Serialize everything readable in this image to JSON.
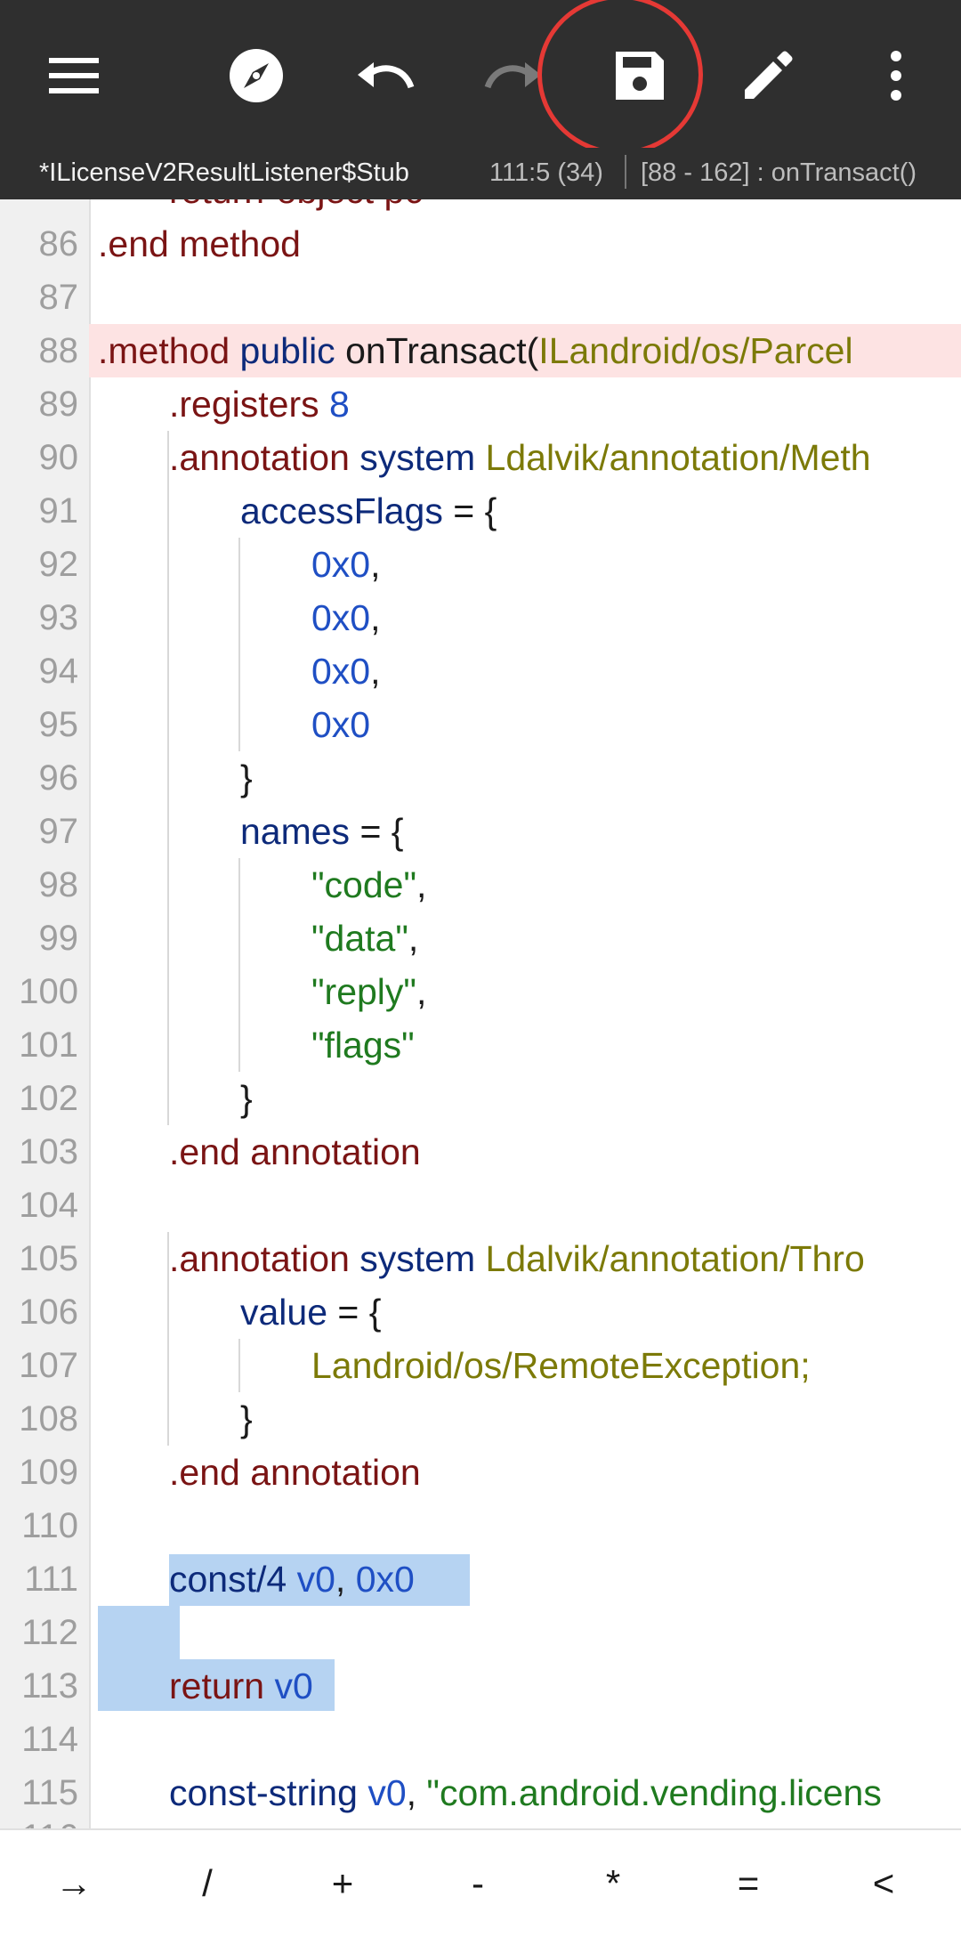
{
  "toolbar": {
    "icons": [
      "menu-icon",
      "compass-icon",
      "undo-icon",
      "redo-icon",
      "save-icon",
      "edit-icon",
      "more-vert-icon"
    ]
  },
  "status": {
    "filename": "*ILicenseV2ResultListener$Stub",
    "cursor": "111:5 (34)",
    "range": "[88 - 162] : onTransact()"
  },
  "code_lines": [
    {
      "n": "86",
      "indent": 0,
      "tokens": [
        {
          "t": ".end",
          "c": "dir"
        },
        {
          "t": " method",
          "c": "dir"
        }
      ]
    },
    {
      "n": "87",
      "indent": 0,
      "tokens": []
    },
    {
      "n": "88",
      "indent": 0,
      "highlight": true,
      "tokens": [
        {
          "t": ".method",
          "c": "dir"
        },
        {
          "t": " public",
          "c": "kw"
        },
        {
          "t": " onTransact(",
          "c": "plain"
        },
        {
          "t": "ILandroid/os/Parcel",
          "c": "type"
        }
      ]
    },
    {
      "n": "89",
      "indent": 1,
      "tokens": [
        {
          "t": ".registers",
          "c": "dir"
        },
        {
          "t": " 8",
          "c": "num"
        }
      ]
    },
    {
      "n": "90",
      "indent": 1,
      "tokens": [
        {
          "t": ".annotation",
          "c": "dir"
        },
        {
          "t": " system",
          "c": "kw"
        },
        {
          "t": " Ldalvik/annotation/Meth",
          "c": "type"
        }
      ]
    },
    {
      "n": "91",
      "indent": 2,
      "tokens": [
        {
          "t": "accessFlags",
          "c": "kw"
        },
        {
          "t": " = {",
          "c": "plain"
        }
      ]
    },
    {
      "n": "92",
      "indent": 3,
      "tokens": [
        {
          "t": "0x0",
          "c": "num"
        },
        {
          "t": ",",
          "c": "plain"
        }
      ]
    },
    {
      "n": "93",
      "indent": 3,
      "tokens": [
        {
          "t": "0x0",
          "c": "num"
        },
        {
          "t": ",",
          "c": "plain"
        }
      ]
    },
    {
      "n": "94",
      "indent": 3,
      "tokens": [
        {
          "t": "0x0",
          "c": "num"
        },
        {
          "t": ",",
          "c": "plain"
        }
      ]
    },
    {
      "n": "95",
      "indent": 3,
      "tokens": [
        {
          "t": "0x0",
          "c": "num"
        }
      ]
    },
    {
      "n": "96",
      "indent": 2,
      "tokens": [
        {
          "t": "}",
          "c": "plain"
        }
      ]
    },
    {
      "n": "97",
      "indent": 2,
      "tokens": [
        {
          "t": "names",
          "c": "kw"
        },
        {
          "t": " = {",
          "c": "plain"
        }
      ]
    },
    {
      "n": "98",
      "indent": 3,
      "tokens": [
        {
          "t": "\"code\"",
          "c": "str"
        },
        {
          "t": ",",
          "c": "plain"
        }
      ]
    },
    {
      "n": "99",
      "indent": 3,
      "tokens": [
        {
          "t": "\"data\"",
          "c": "str"
        },
        {
          "t": ",",
          "c": "plain"
        }
      ]
    },
    {
      "n": "100",
      "indent": 3,
      "tokens": [
        {
          "t": "\"reply\"",
          "c": "str"
        },
        {
          "t": ",",
          "c": "plain"
        }
      ]
    },
    {
      "n": "101",
      "indent": 3,
      "tokens": [
        {
          "t": "\"flags\"",
          "c": "str"
        }
      ]
    },
    {
      "n": "102",
      "indent": 2,
      "tokens": [
        {
          "t": "}",
          "c": "plain"
        }
      ]
    },
    {
      "n": "103",
      "indent": 1,
      "tokens": [
        {
          "t": ".end",
          "c": "dir"
        },
        {
          "t": " annotation",
          "c": "dir"
        }
      ]
    },
    {
      "n": "104",
      "indent": 0,
      "tokens": []
    },
    {
      "n": "105",
      "indent": 1,
      "tokens": [
        {
          "t": ".annotation",
          "c": "dir"
        },
        {
          "t": " system",
          "c": "kw"
        },
        {
          "t": " Ldalvik/annotation/Thro",
          "c": "type"
        }
      ]
    },
    {
      "n": "106",
      "indent": 2,
      "tokens": [
        {
          "t": "value",
          "c": "kw"
        },
        {
          "t": " = {",
          "c": "plain"
        }
      ]
    },
    {
      "n": "107",
      "indent": 3,
      "tokens": [
        {
          "t": "Landroid/os/RemoteException;",
          "c": "type"
        }
      ]
    },
    {
      "n": "108",
      "indent": 2,
      "tokens": [
        {
          "t": "}",
          "c": "plain"
        }
      ]
    },
    {
      "n": "109",
      "indent": 1,
      "tokens": [
        {
          "t": ".end",
          "c": "dir"
        },
        {
          "t": " annotation",
          "c": "dir"
        }
      ]
    },
    {
      "n": "110",
      "indent": 0,
      "tokens": []
    },
    {
      "n": "111",
      "indent": 1,
      "tokens": [
        {
          "t": "const/4",
          "c": "kw"
        },
        {
          "t": " v0",
          "c": "num"
        },
        {
          "t": ", ",
          "c": "plain"
        },
        {
          "t": "0x0",
          "c": "num"
        }
      ]
    },
    {
      "n": "112",
      "indent": 0,
      "tokens": []
    },
    {
      "n": "113",
      "indent": 1,
      "tokens": [
        {
          "t": "return",
          "c": "dir"
        },
        {
          "t": " v0",
          "c": "num"
        }
      ]
    },
    {
      "n": "114",
      "indent": 0,
      "tokens": []
    },
    {
      "n": "115",
      "indent": 1,
      "tokens": [
        {
          "t": "const-string",
          "c": "kw"
        },
        {
          "t": " v0",
          "c": "num"
        },
        {
          "t": ", ",
          "c": "plain"
        },
        {
          "t": "\"com.android.vending.licens",
          "c": "str"
        }
      ]
    }
  ],
  "keys": [
    "→",
    "/",
    "+",
    "-",
    "*",
    "=",
    "<"
  ],
  "colors": {
    "toolbar_bg": "#2f2f2f",
    "directive": "#7a1414",
    "keyword": "#0d2a7a",
    "number": "#1f4fc4",
    "string": "#1f7a1f",
    "type": "#7c7a08",
    "selection": "#b6d3f2",
    "highlight_row": "#fde3e3",
    "save_ring": "#e53935"
  }
}
